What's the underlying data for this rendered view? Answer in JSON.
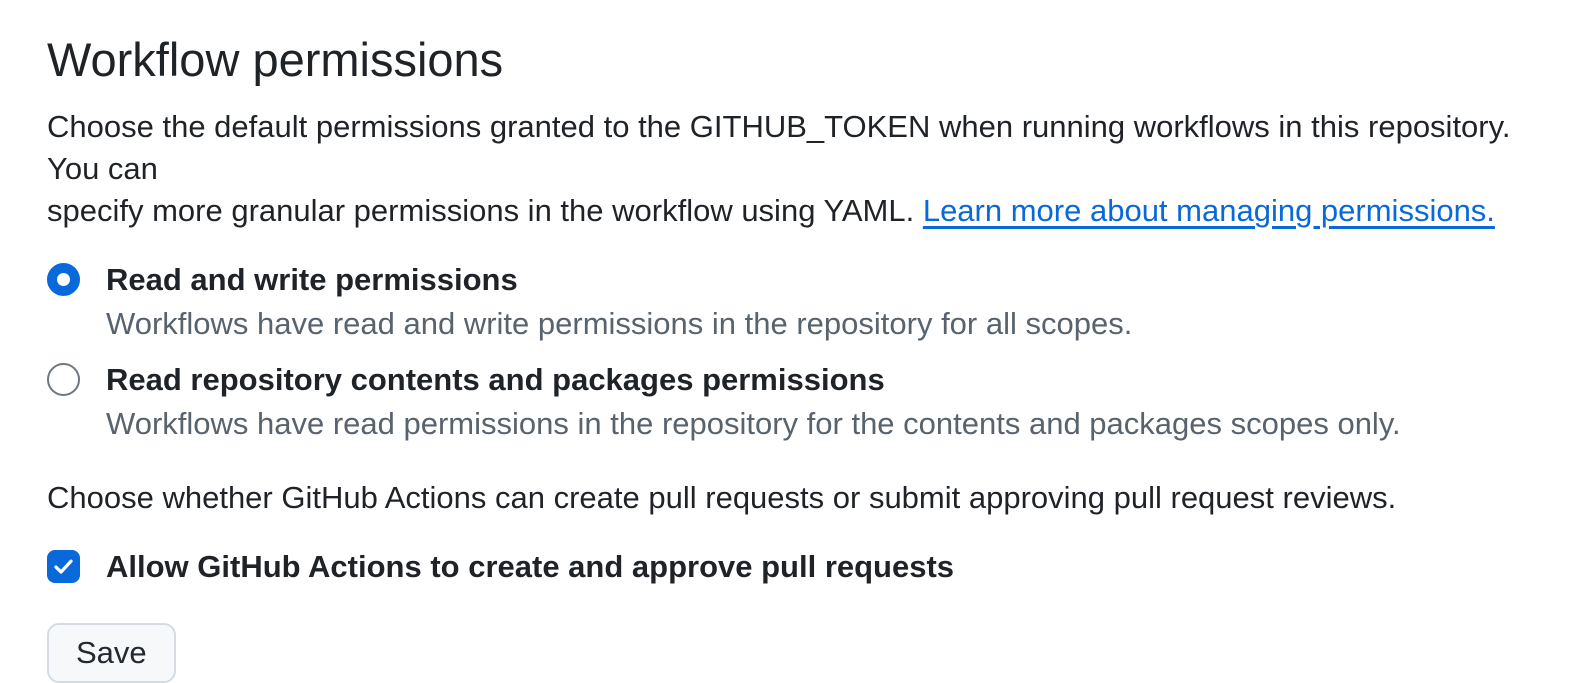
{
  "colors": {
    "accent_blue": "#0969da",
    "text_primary": "#1f2328",
    "text_muted": "#59636e",
    "button_background": "#f6f8fa",
    "button_border": "#d5dbe1",
    "radio_unselected_border": "#6e7781"
  },
  "section": {
    "title": "Workflow permissions",
    "intro": {
      "line1": "Choose the default permissions granted to the GITHUB_TOKEN when running workflows in this repository. You can",
      "line2": "specify more granular permissions in the workflow using YAML. ",
      "link_label": "Learn more about managing permissions."
    },
    "radio_options": [
      {
        "label": "Read and write permissions",
        "description": "Workflows have read and write permissions in the repository for all scopes.",
        "selected": true
      },
      {
        "label": "Read repository contents and packages permissions",
        "description": "Workflows have read permissions in the repository for the contents and packages scopes only.",
        "selected": false
      }
    ],
    "pull_request_setting": {
      "text": "Choose whether GitHub Actions can create pull requests or submit approving pull request reviews.",
      "checkbox_label": "Allow GitHub Actions to create and approve pull requests",
      "checked": true
    },
    "save_label": "Save"
  }
}
